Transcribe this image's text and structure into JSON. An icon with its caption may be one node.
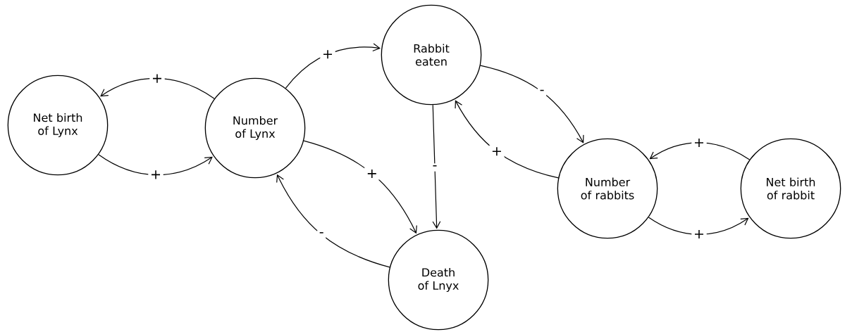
{
  "diagram": {
    "nodes": [
      {
        "text": [
          "Net birth of Lynx"
        ]
      },
      {
        "text": [
          "Number of Lynx"
        ]
      },
      {
        "text": [
          "Rabbit eaten"
        ]
      },
      {
        "text": [
          "Death of Lnyx"
        ]
      },
      {
        "text": [
          "Number of rabbits"
        ]
      },
      {
        "text": [
          "Net birth of rabbit"
        ]
      }
    ],
    "edges": [
      {
        "from": 1,
        "to": 0,
        "arrow": "to",
        "label": "+"
      },
      {
        "from": 0,
        "to": 1,
        "arrow": "to",
        "label": "+"
      },
      {
        "from": 1,
        "to": 2,
        "arrow": "to",
        "label": "+"
      },
      {
        "from": 2,
        "to": 4,
        "arrow": "to",
        "label": "-"
      },
      {
        "from": 4,
        "to": 2,
        "arrow": "to",
        "label": "+"
      },
      {
        "from": 2,
        "to": 3,
        "arrow": "to",
        "label": "-"
      },
      {
        "from": 1,
        "to": 3,
        "arrow": "to",
        "label": "+"
      },
      {
        "from": 3,
        "to": 1,
        "arrow": "to",
        "label": "-"
      },
      {
        "from": 5,
        "to": 4,
        "arrow": "to",
        "label": "+"
      },
      {
        "from": 4,
        "to": 5,
        "arrow": "to",
        "label": "+"
      }
    ]
  }
}
